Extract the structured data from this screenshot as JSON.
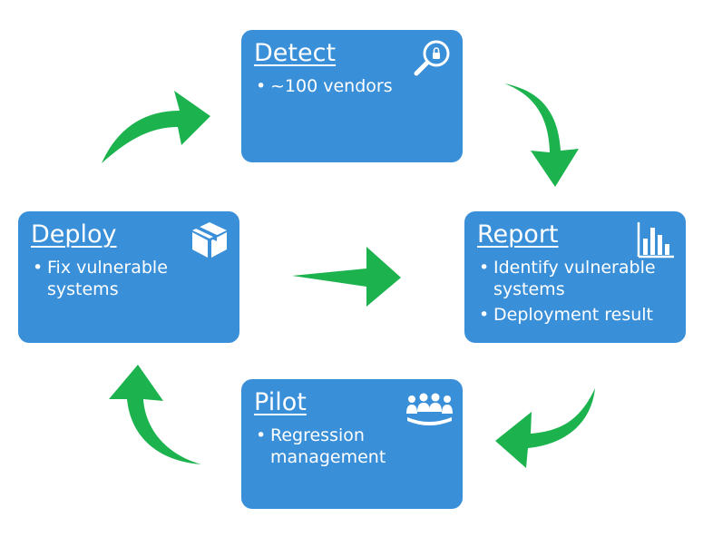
{
  "diagram": {
    "accent_color": "#3a8fd9",
    "arrow_color": "#1cb34e",
    "cards": {
      "detect": {
        "title": "Detect",
        "icon": "magnifier-lock-icon",
        "items": [
          "~100 vendors"
        ]
      },
      "report": {
        "title": "Report",
        "icon": "bar-chart-icon",
        "items": [
          "Identify vulnerable systems",
          "Deployment result"
        ]
      },
      "pilot": {
        "title": "Pilot",
        "icon": "people-group-icon",
        "items": [
          "Regression management"
        ]
      },
      "deploy": {
        "title": "Deploy",
        "icon": "package-box-icon",
        "items": [
          "Fix vulnerable systems"
        ]
      }
    }
  }
}
